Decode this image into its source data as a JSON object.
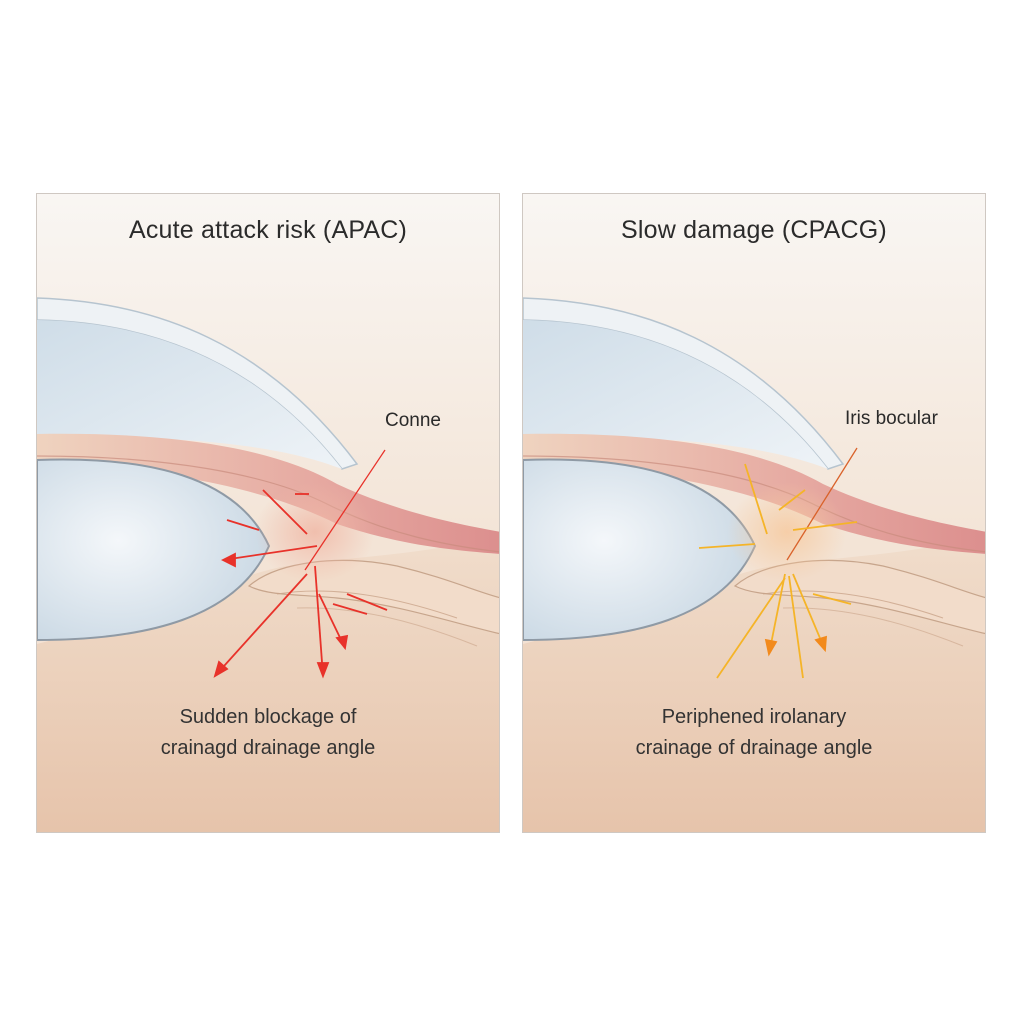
{
  "panels": [
    {
      "title": "Acute attack risk (APAC)",
      "callout": "Conne",
      "caption_line1": "Sudden blockage of",
      "caption_line2": "crainagd drainage angle",
      "arrow_color": "#e8322a"
    },
    {
      "title": "Slow damage (CPACG)",
      "callout": "Iris bocular",
      "caption_line1": "Periphened irolanary",
      "caption_line2": "crainage of drainage angle",
      "arrow_color": "#f28a1c"
    }
  ],
  "colors": {
    "background": "#f8f4f0",
    "cornea": "#dde7ee",
    "lens": "#e3ebf1",
    "tissue": "#e9c7b0",
    "iris": "#e7a9a5",
    "border": "#cfc8c2"
  }
}
